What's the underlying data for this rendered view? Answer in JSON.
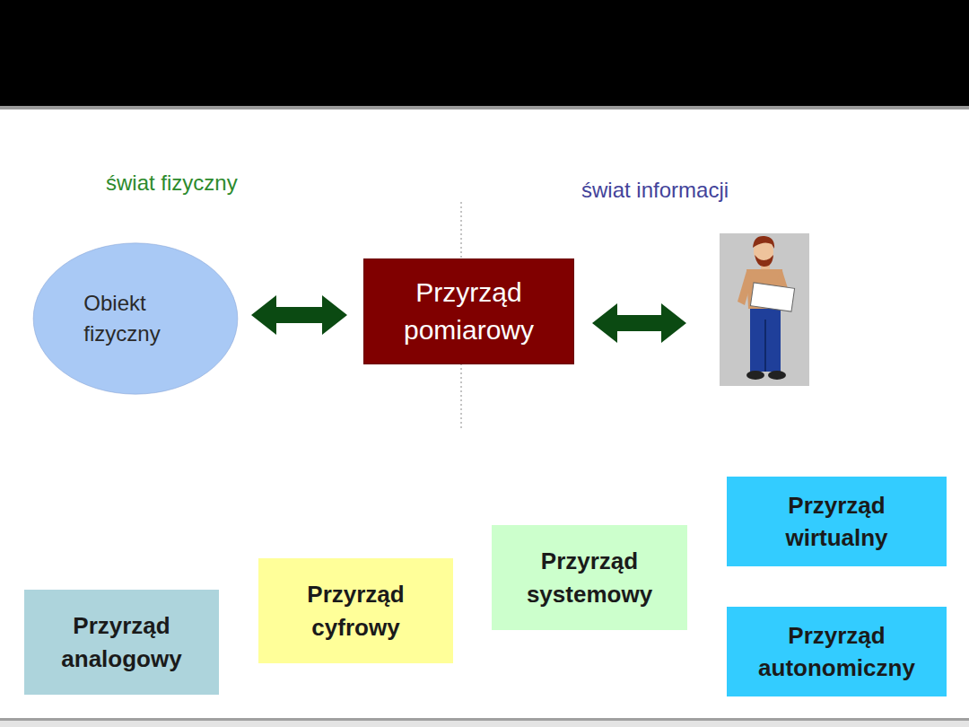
{
  "diagram": {
    "nodes": [
      {
        "text": [
          "Obiekt fizyczny"
        ]
      },
      {
        "text": [
          "Przyrząd pomiarowy"
        ]
      },
      {
        "text": [
          "Przyrząd analogowy"
        ]
      },
      {
        "text": [
          "Przyrząd cyfrowy"
        ]
      },
      {
        "text": [
          "Przyrząd systemowy"
        ]
      },
      {
        "text": [
          "Przyrząd wirtualny"
        ]
      },
      {
        "text": [
          "Przyrząd autonomiczny"
        ]
      }
    ],
    "edges": [
      {
        "from": 0,
        "to": 1,
        "arrow": "both"
      }
    ],
    "labels": [
      "świat fizyczny",
      "świat informacji"
    ]
  }
}
